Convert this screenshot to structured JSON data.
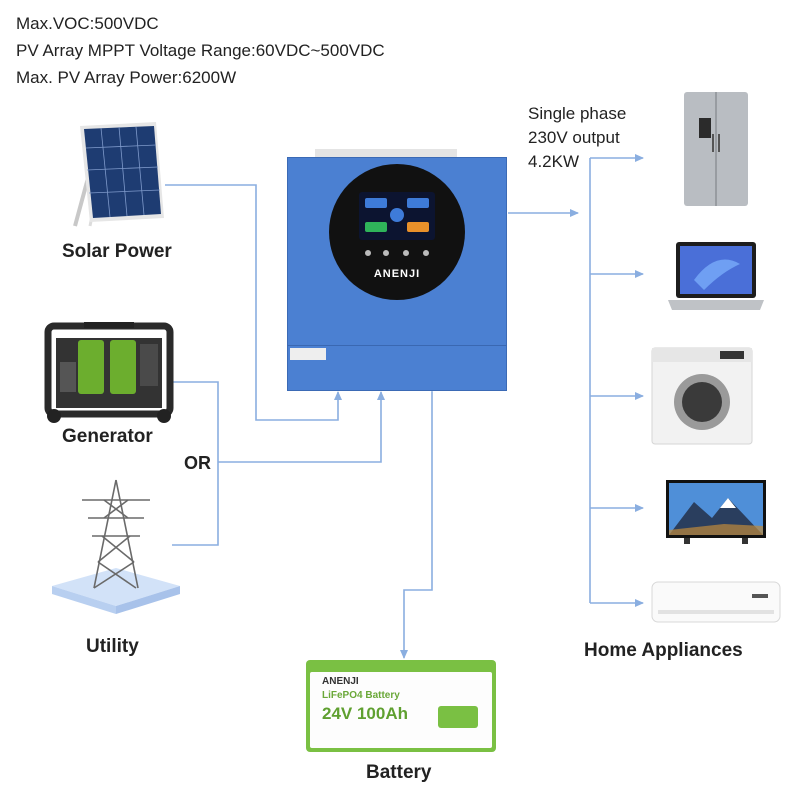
{
  "specs": {
    "line1": "Max.VOC:500VDC",
    "line2": "PV Array MPPT Voltage Range:60VDC~500VDC",
    "line3": "Max. PV Array Power:6200W"
  },
  "sources": {
    "solar": "Solar Power",
    "generator": "Generator",
    "or": "OR",
    "utility": "Utility"
  },
  "output": {
    "line1": "Single phase",
    "line2": "230V output",
    "line3": "4.2KW"
  },
  "appliances_label": "Home Appliances",
  "battery": {
    "label": "Battery",
    "brand": "ANENJI",
    "type": "LiFePO4 Battery",
    "rating": "24V 100Ah"
  },
  "inverter": {
    "brand": "ANENJI"
  },
  "colors": {
    "connector": "#8aaee0",
    "inverter_blue": "#4a7fd0",
    "battery_green": "#7ac043"
  }
}
